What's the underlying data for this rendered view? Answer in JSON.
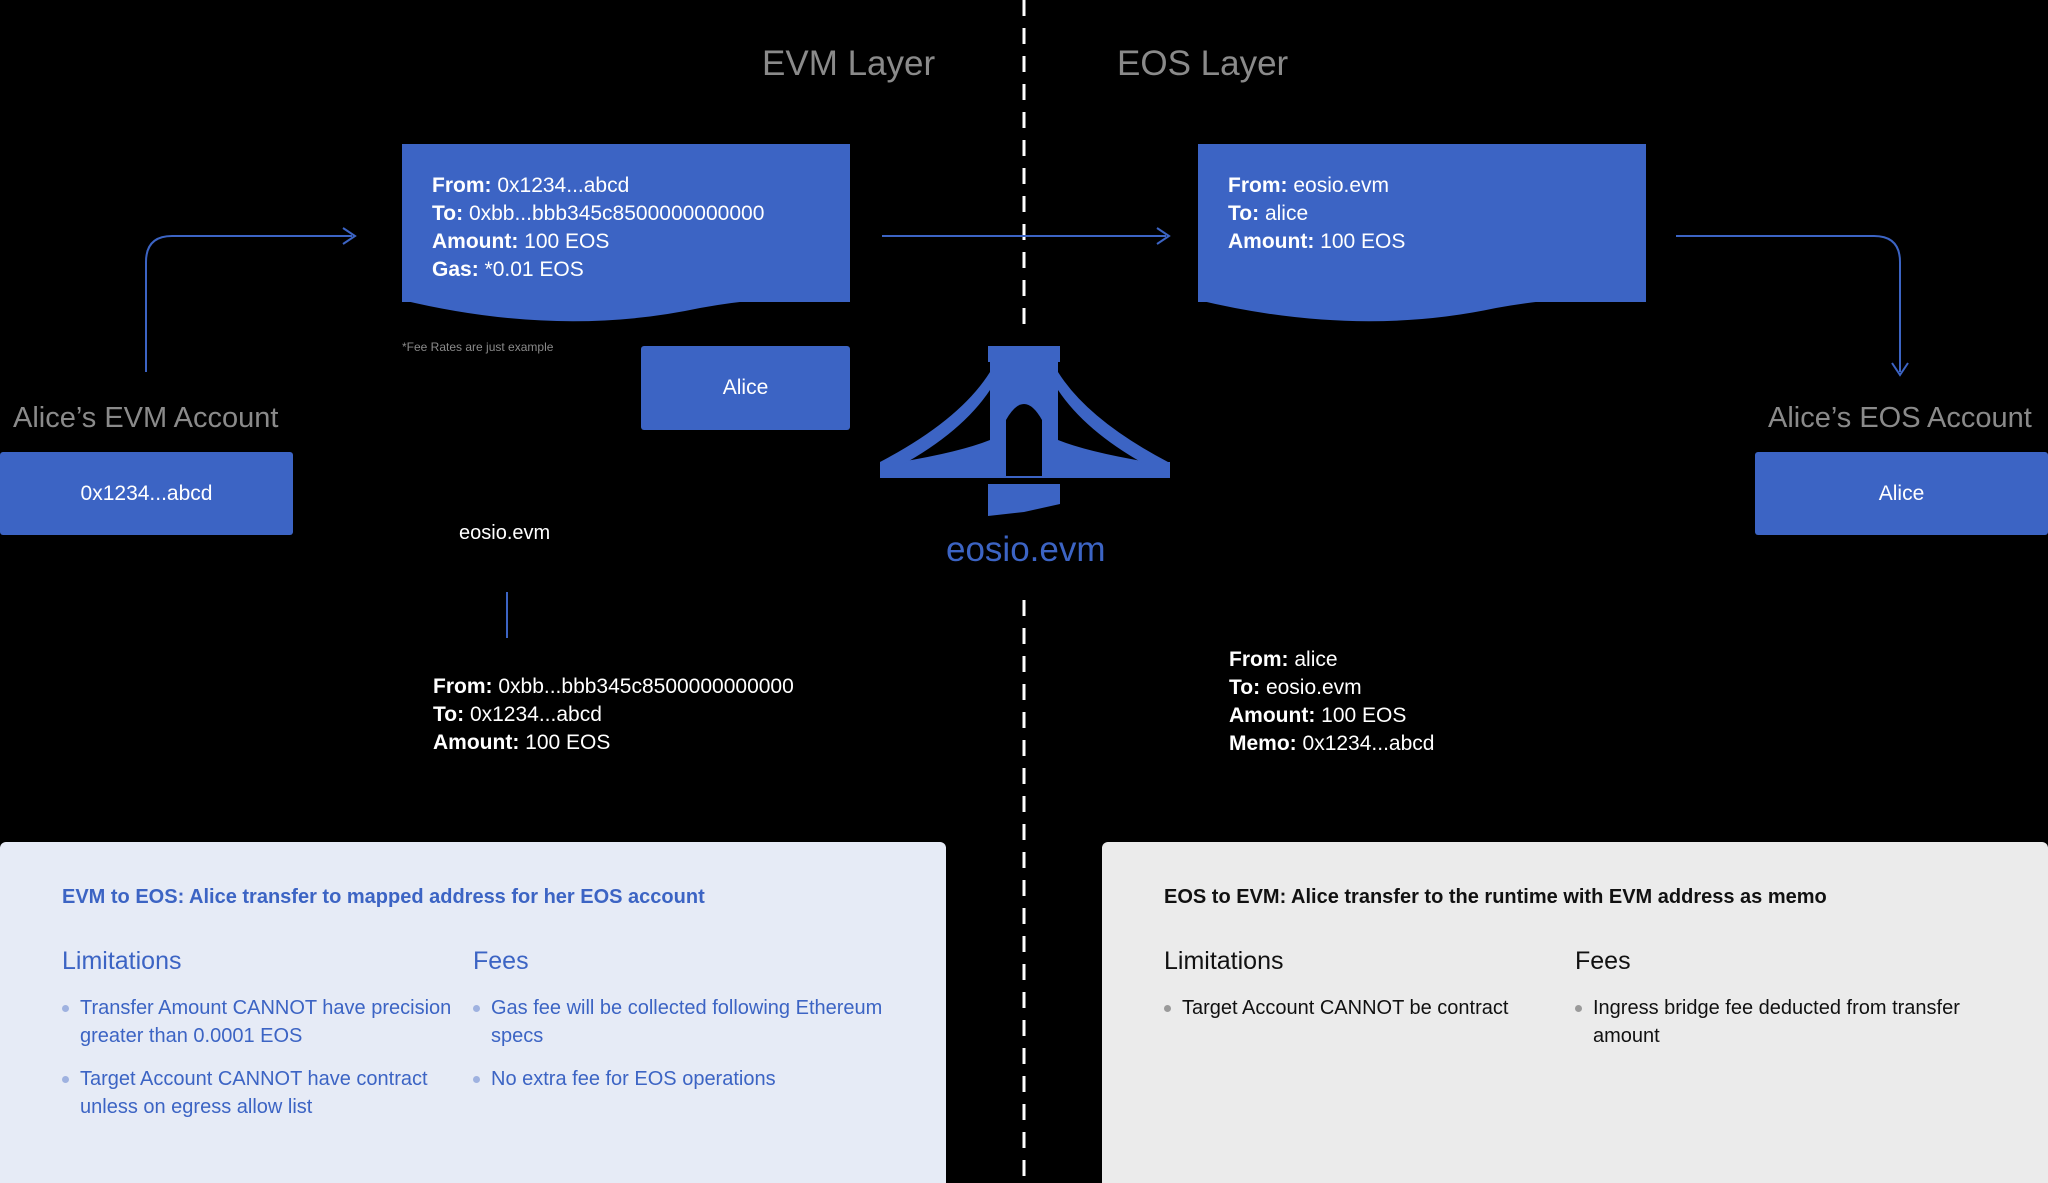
{
  "layers": {
    "evm": "EVM Layer",
    "eos": "EOS Layer"
  },
  "accounts": {
    "evm_title": "Alice’s EVM Account",
    "evm_address": "0x1234...abcd",
    "eos_title": "Alice’s EOS Account",
    "eos_name": "Alice"
  },
  "evm_tx": {
    "lines": [
      {
        "label": "From:",
        "value": "0x1234...abcd"
      },
      {
        "label": "To:",
        "value": "0xbb...bbb345c8500000000000"
      },
      {
        "label": "Amount:",
        "value": "100 EOS"
      },
      {
        "label": "Gas:",
        "value": "*0.01 EOS"
      }
    ],
    "footnote": "*Fee Rates are just example",
    "signer": "Alice"
  },
  "eos_tx": {
    "lines": [
      {
        "label": "From:",
        "value": "eosio.evm"
      },
      {
        "label": "To:",
        "value": "alice"
      },
      {
        "label": "Amount:",
        "value": "100 EOS"
      }
    ]
  },
  "evm_return": {
    "signer": "eosio.evm",
    "lines": [
      {
        "label": "From:",
        "value": "0xbb...bbb345c8500000000000"
      },
      {
        "label": "To:",
        "value": "0x1234...abcd"
      },
      {
        "label": "Amount:",
        "value": "100 EOS"
      }
    ]
  },
  "eos_return": {
    "lines": [
      {
        "label": "From:",
        "value": "alice"
      },
      {
        "label": "To:",
        "value": "eosio.evm"
      },
      {
        "label": "Amount:",
        "value": "100 EOS"
      },
      {
        "label": "Memo:",
        "value": "0x1234...abcd"
      }
    ]
  },
  "bridge": {
    "label": "eosio.evm"
  },
  "colors": {
    "accent": "#3c64c4",
    "background": "#000000"
  },
  "panels": {
    "left": {
      "title": "EVM to EOS: Alice transfer to mapped address for her EOS account",
      "limitations_title": "Limitations",
      "limitations": [
        "Transfer Amount CANNOT have precision greater than 0.0001  EOS",
        "Target Account CANNOT have contract unless on egress allow list"
      ],
      "fees_title": "Fees",
      "fees": [
        "Gas fee will be collected following Ethereum specs",
        "No extra fee for EOS operations"
      ]
    },
    "right": {
      "title": "EOS to EVM: Alice transfer to the runtime with EVM address as memo",
      "limitations_title": "Limitations",
      "limitations": [
        "Target Account CANNOT be contract"
      ],
      "fees_title": "Fees",
      "fees": [
        "Ingress bridge fee deducted from transfer amount"
      ]
    }
  }
}
